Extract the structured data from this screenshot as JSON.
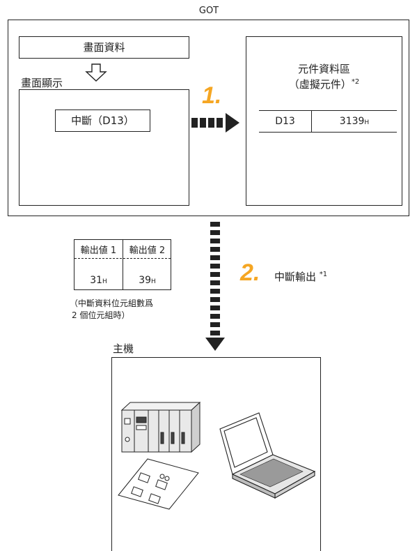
{
  "got_label": "GOT",
  "screen_data_label": "畫面資料",
  "screen_display_label": "畫面顯示",
  "interrupt_button": "中斷（D13）",
  "device_area_title_line1": "元件資料區",
  "device_area_title_line2": "（虛擬元件）",
  "device_area_note": "*2",
  "device_name": "D13",
  "device_value": "3139",
  "device_value_suffix": "H",
  "step1_label": "1.",
  "step2_label": "2.",
  "step2_text": "中斷輸出",
  "step2_note": "*1",
  "output_table": {
    "headers": [
      "輸出値 1",
      "輸出値 2"
    ],
    "values": [
      "31",
      "39"
    ],
    "value_suffix": "H"
  },
  "output_note_line1": "（中斷資料位元組數爲",
  "output_note_line2": "2 個位元組時）",
  "host_label": "主機",
  "colors": {
    "accent": "#f5a623",
    "line": "#222222"
  }
}
